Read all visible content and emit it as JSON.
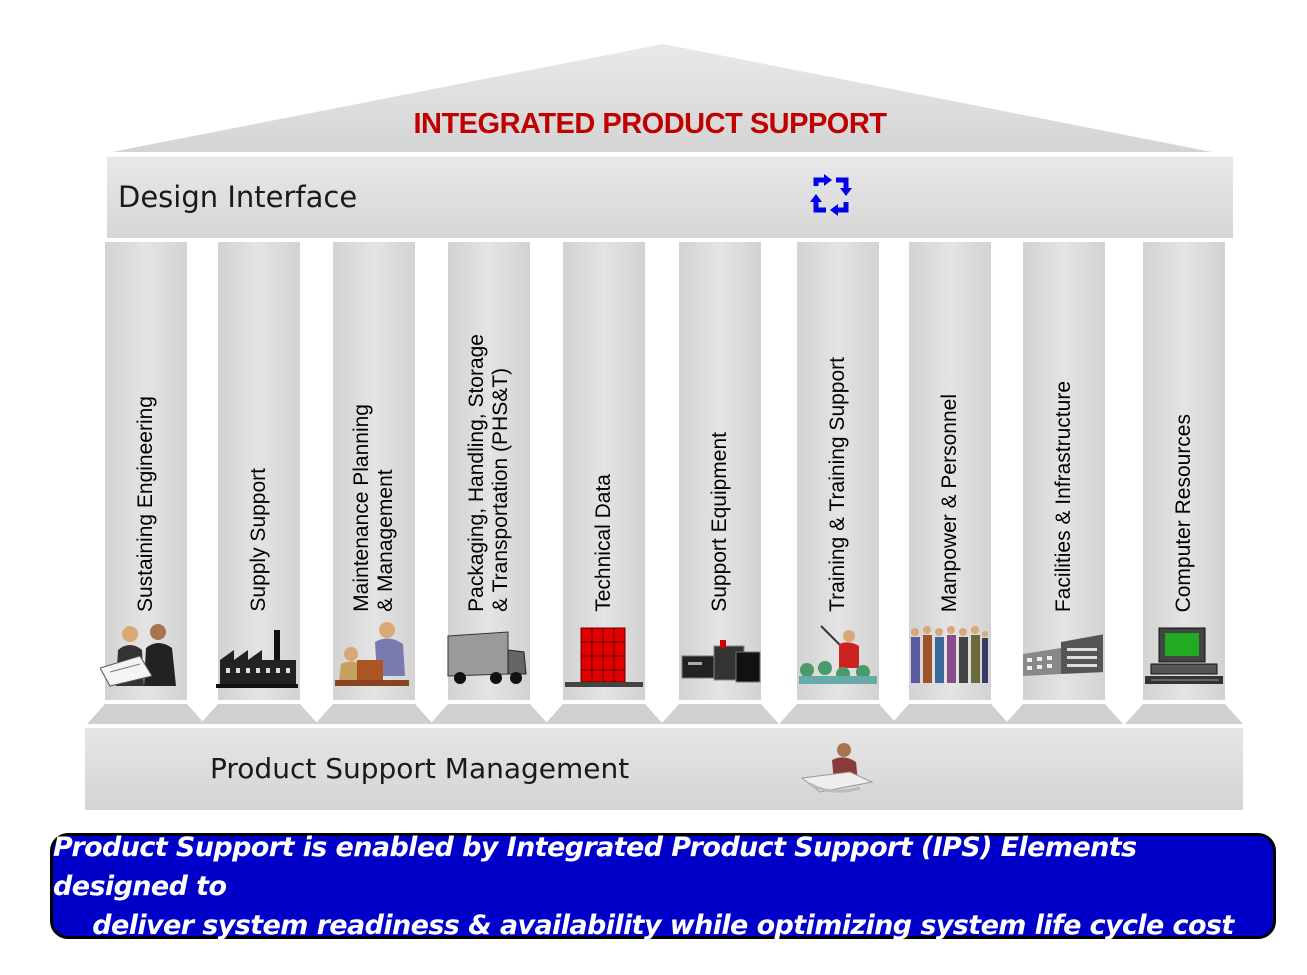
{
  "roof": {
    "title": "INTEGRATED PRODUCT SUPPORT"
  },
  "beam": {
    "label": "Design Interface",
    "icon": "cycle-arrows-icon"
  },
  "pillars": [
    {
      "label": "Sustaining Engineering",
      "icon": "engineers-reviewing-plans-icon"
    },
    {
      "label": "Supply Support",
      "icon": "factory-icon"
    },
    {
      "label": "Maintenance Planning\n& Management",
      "icon": "mechanic-at-work-icon"
    },
    {
      "label": "Packaging, Handling, Storage\n& Transportation (PHS&T)",
      "icon": "truck-icon"
    },
    {
      "label": "Technical Data",
      "icon": "document-binders-icon"
    },
    {
      "label": "Support Equipment",
      "icon": "equipment-boxes-icon"
    },
    {
      "label": "Training & Training Support",
      "icon": "classroom-instructor-icon"
    },
    {
      "label": "Manpower & Personnel",
      "icon": "group-of-people-icon"
    },
    {
      "label": "Facilities & Infrastructure",
      "icon": "buildings-icon"
    },
    {
      "label": "Computer Resources",
      "icon": "computer-icon"
    }
  ],
  "base": {
    "label": "Product Support Management",
    "icon": "manager-at-desk-icon"
  },
  "banner": {
    "line1": "Product Support is enabled by Integrated Product Support (IPS) Elements designed to",
    "line2": "deliver system readiness & availability while optimizing system life cycle cost",
    "color": "#0000c8"
  },
  "colors": {
    "title": "#c00000",
    "stone": "#d8d8d8",
    "icon_blue": "#0000ee"
  }
}
